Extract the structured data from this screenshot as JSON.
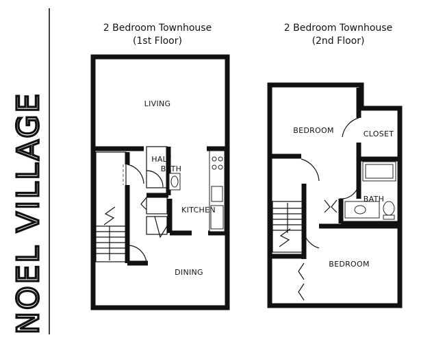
{
  "brand": {
    "text": "NOEL VILLAGE"
  },
  "first_floor": {
    "title_line1": "2 Bedroom Townhouse",
    "title_line2": "(1st Floor)",
    "rooms": {
      "living": "LIVING",
      "half_bath_line1": "HALF",
      "half_bath_line2": "BATH",
      "kitchen": "KITCHEN",
      "dining": "DINING"
    }
  },
  "second_floor": {
    "title_line1": "2 Bedroom Townhouse",
    "title_line2": "(2nd Floor)",
    "rooms": {
      "bedroom_top": "BEDROOM",
      "closet": "CLOSET",
      "bath": "BATH",
      "bedroom_bottom": "BEDROOM"
    }
  },
  "colors": {
    "ink": "#111111",
    "background": "#ffffff"
  }
}
